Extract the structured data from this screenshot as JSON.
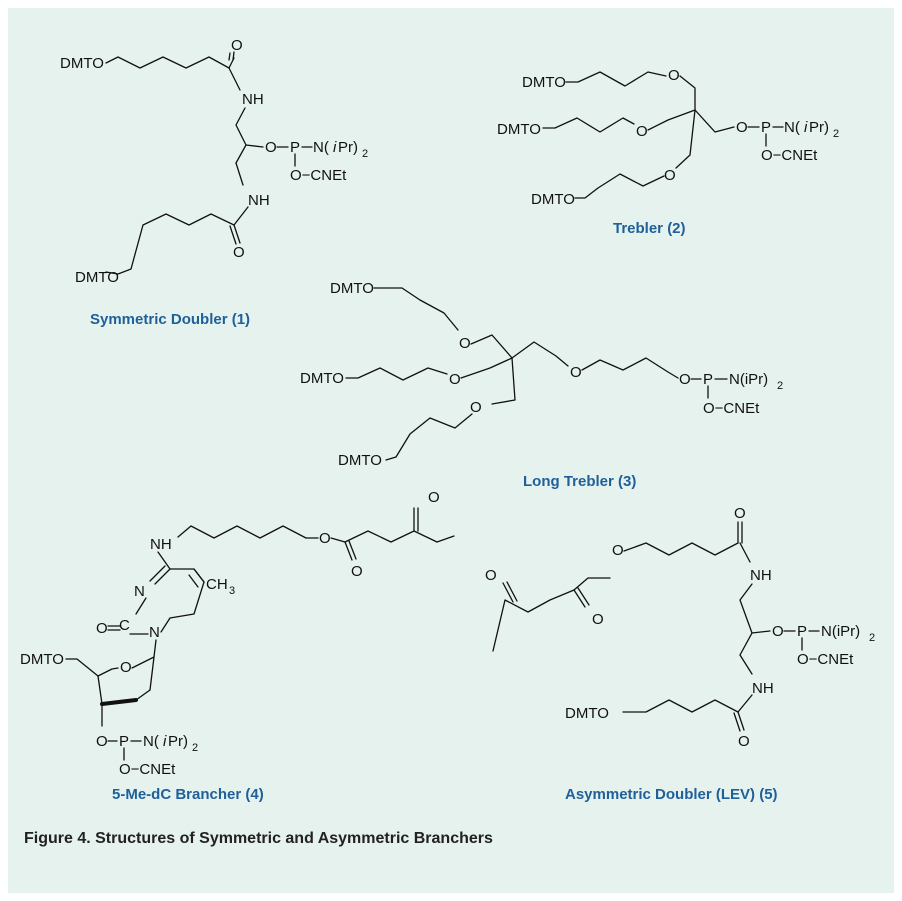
{
  "labels": {
    "dmto": "DMTO",
    "o": "O",
    "nh": "NH",
    "p": "P",
    "n": "N",
    "c": "C",
    "ch3": "CH",
    "three": "3",
    "n_ipr": "N(",
    "i": "i",
    "pr_close": "Pr)",
    "two": "2",
    "o_cnet": "O−CNEt",
    "dash": "−",
    "n_ipr_plain": "N(iPr)"
  },
  "structures": [
    {
      "name": "Symmetric Doubler (1)"
    },
    {
      "name": "Trebler (2)"
    },
    {
      "name": "Long Trebler (3)"
    },
    {
      "name": "5-Me-dC Brancher (4)"
    },
    {
      "name": "Asymmetric Doubler (LEV) (5)"
    }
  ],
  "figure_caption": "Figure 4. Structures of Symmetric and Asymmetric Branchers",
  "colors": {
    "background": "#e6f2ee",
    "caption_blue": "#1f5f9a",
    "bond": "#111111"
  }
}
